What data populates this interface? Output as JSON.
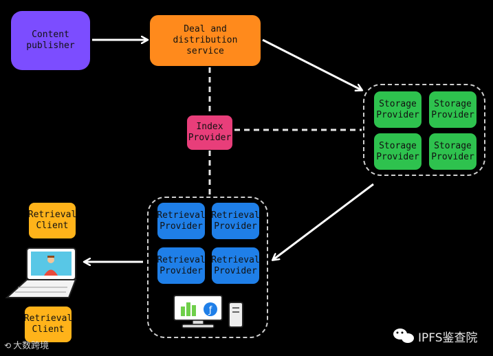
{
  "nodes": {
    "content_publisher": "Content\npublisher",
    "deal_service": "Deal and distribution\nservice",
    "index_provider": "Index\nProvider",
    "storage_providers": [
      "Storage\nProvider",
      "Storage\nProvider",
      "Storage\nProvider",
      "Storage\nProvider"
    ],
    "retrieval_providers": [
      "Retrieval\nProvider",
      "Retrieval\nProvider",
      "Retrieval\nProvider",
      "Retrieval\nProvider"
    ],
    "retrieval_client_top": "Retrieval\nClient",
    "retrieval_client_bottom": "Retrieval\nClient"
  },
  "watermarks": {
    "left": "大数跨境",
    "right": "IPFS鉴查院"
  },
  "colors": {
    "publisher": "#7c4dff",
    "deal": "#ff8a1c",
    "index": "#e83e7a",
    "storage": "#2ec24e",
    "retrieval": "#1f7fe8",
    "client": "#ffb31a"
  }
}
